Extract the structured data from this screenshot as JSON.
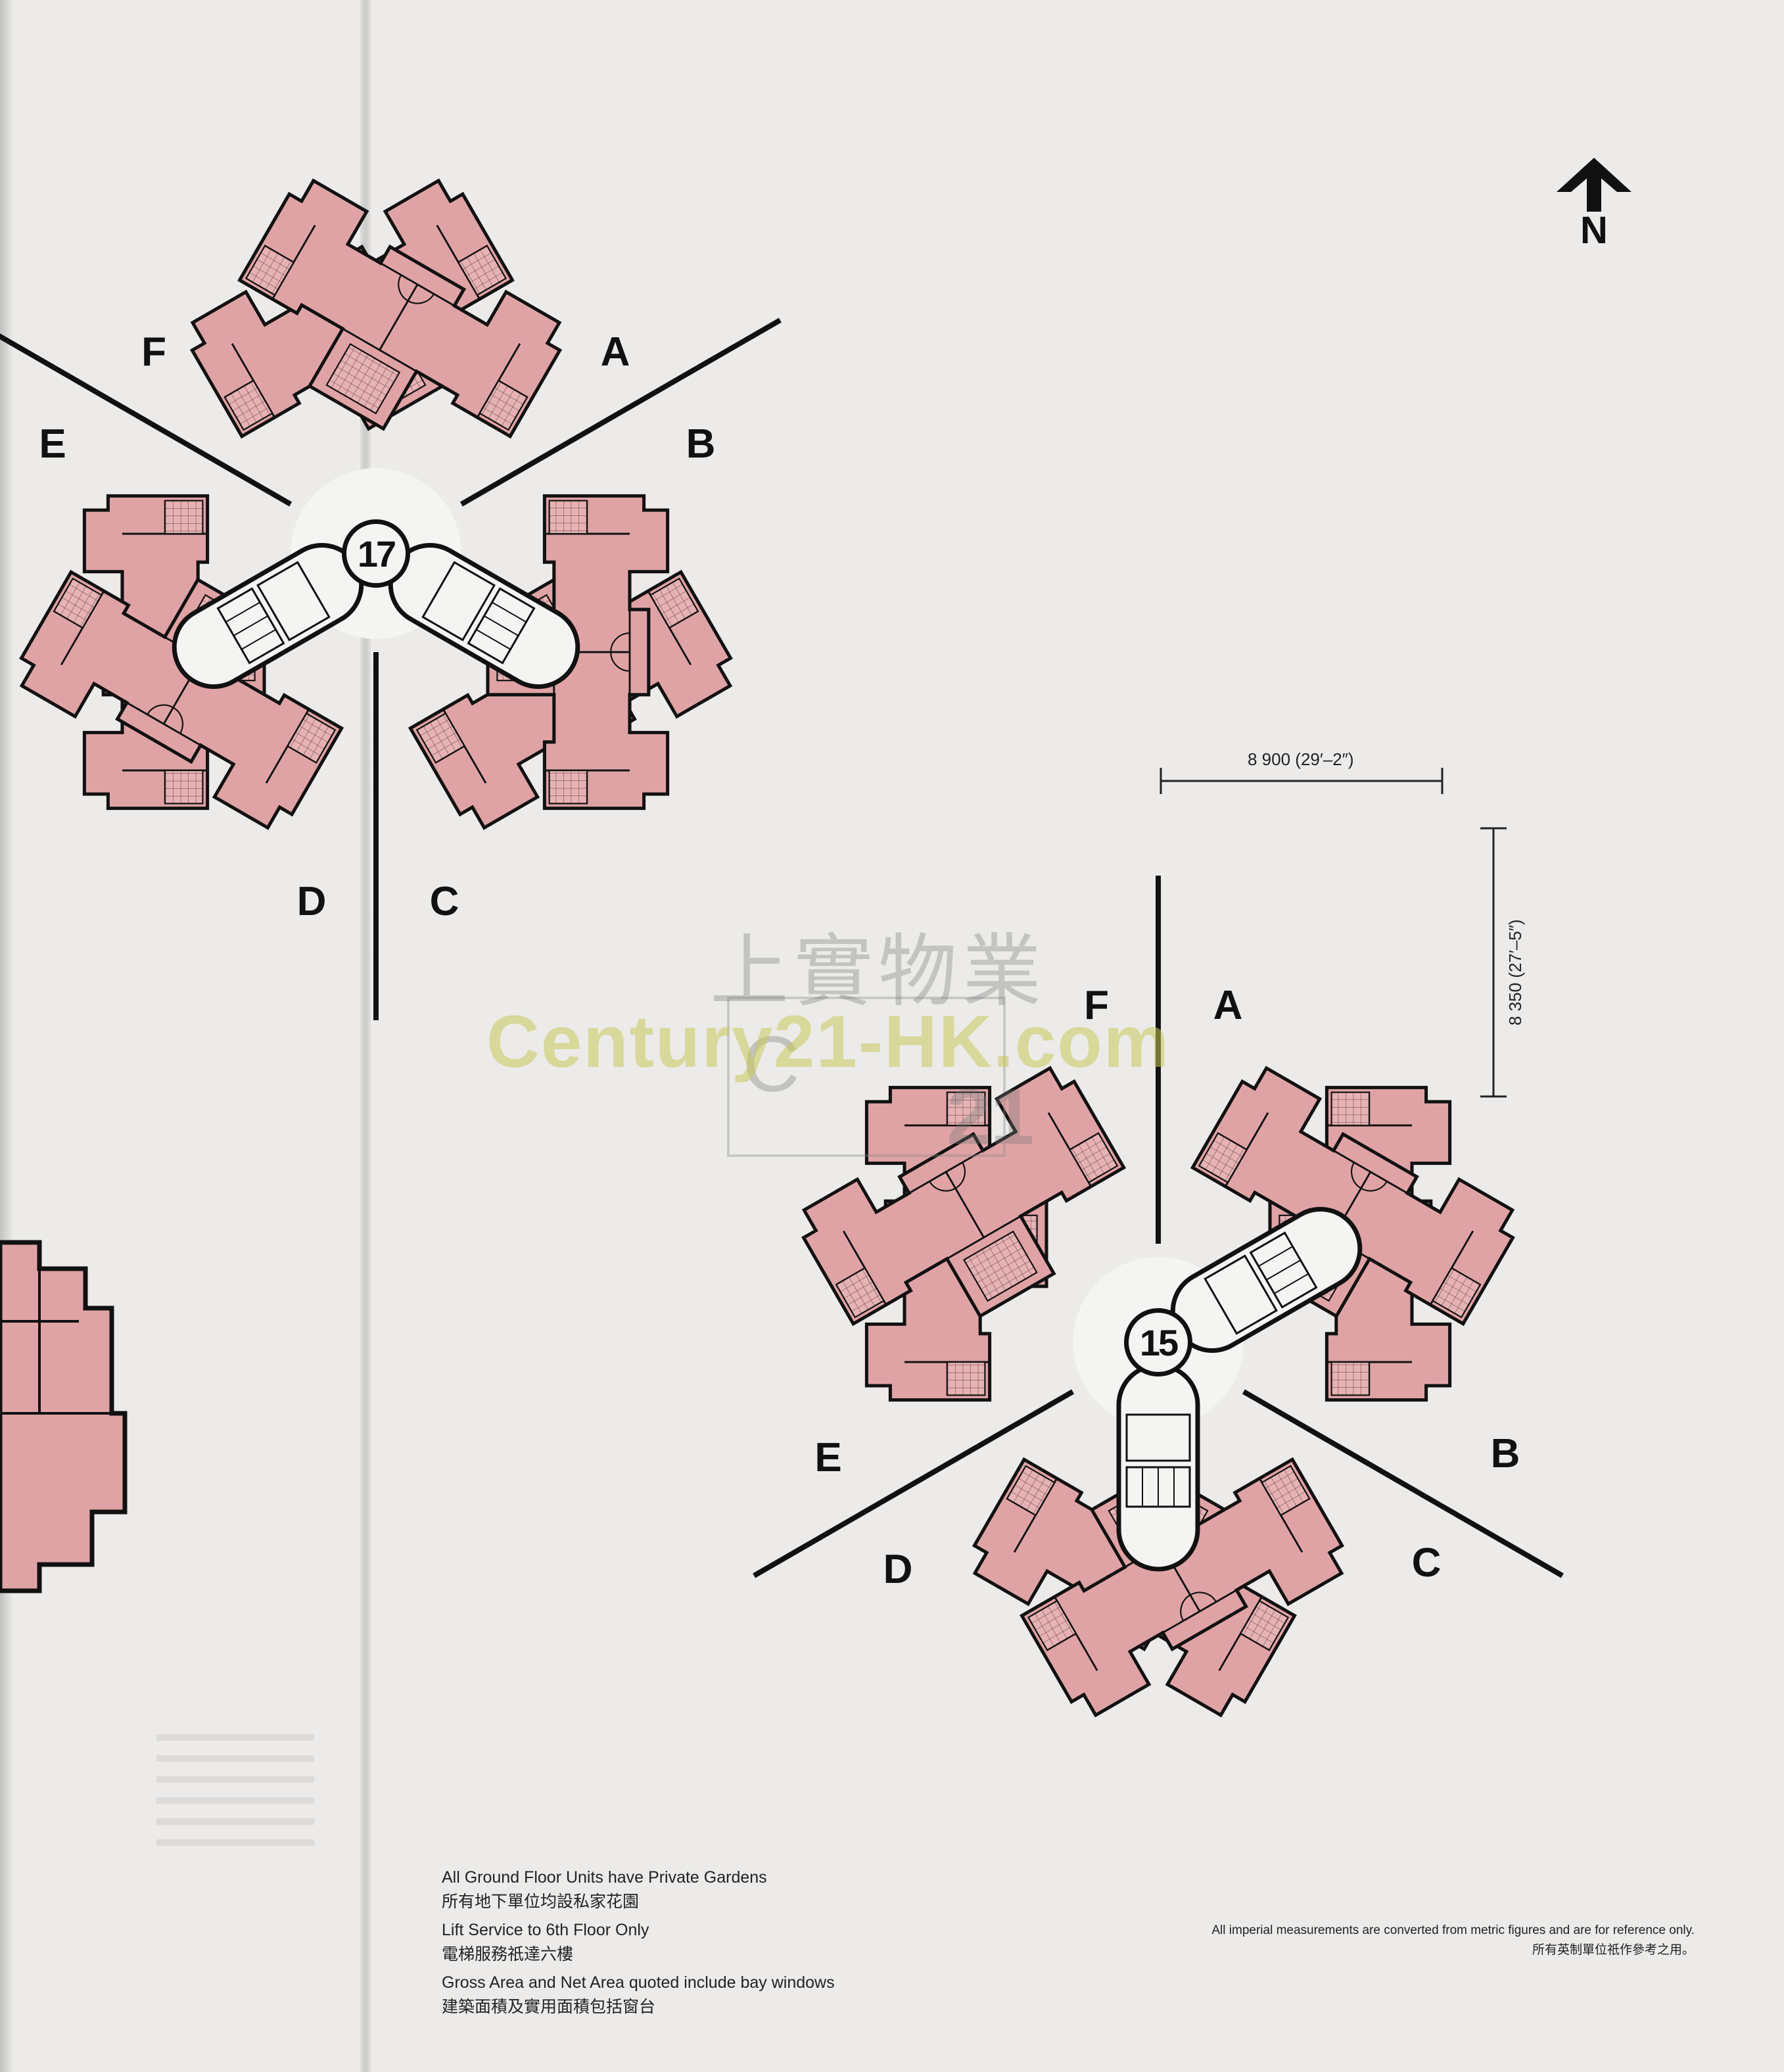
{
  "block_17": {
    "badge": "17",
    "units": [
      "A",
      "B",
      "C",
      "D",
      "E",
      "F"
    ]
  },
  "block_15": {
    "badge": "15",
    "units": [
      "A",
      "B",
      "C",
      "D",
      "E",
      "F"
    ]
  },
  "north": {
    "label": "N"
  },
  "dimensions": {
    "width": "8 900 (29′–2″)",
    "depth": "8 350 (27′–5″)"
  },
  "watermark": {
    "chinese": "上實物業",
    "english": "Century21-HK.com"
  },
  "notes": [
    "All Ground Floor Units have Private Gardens",
    "所有地下單位均設私家花園",
    "Lift Service to 6th Floor Only",
    "電梯服務祇達六樓",
    "Gross Area and Net Area quoted include bay windows",
    "建築面積及實用面積包括窗台"
  ],
  "disclaimer": [
    "All imperial measurements are converted from metric figures and are for reference only.",
    "所有英制單位祇作參考之用。"
  ],
  "colors": {
    "unit_fill": "#e0a3a5",
    "wall": "#111111",
    "paper": "#ecebe9",
    "core": "#f4f4f2"
  }
}
